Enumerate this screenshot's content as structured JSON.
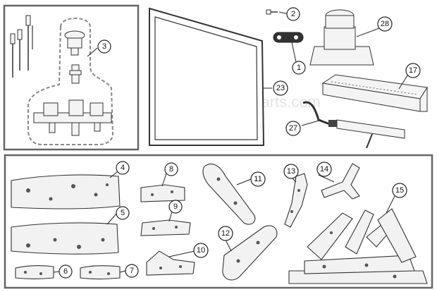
{
  "watermark": "eReplacementParts.com",
  "callouts": {
    "c1": "1",
    "c2": "2",
    "c3": "3",
    "c4": "4",
    "c5": "5",
    "c6": "6",
    "c7": "7",
    "c8": "8",
    "c9": "9",
    "c10": "10",
    "c11": "11",
    "c12": "12",
    "c13": "13",
    "c14": "14",
    "c15": "15",
    "c17": "17",
    "c23": "23",
    "c27": "27",
    "c28": "28"
  }
}
